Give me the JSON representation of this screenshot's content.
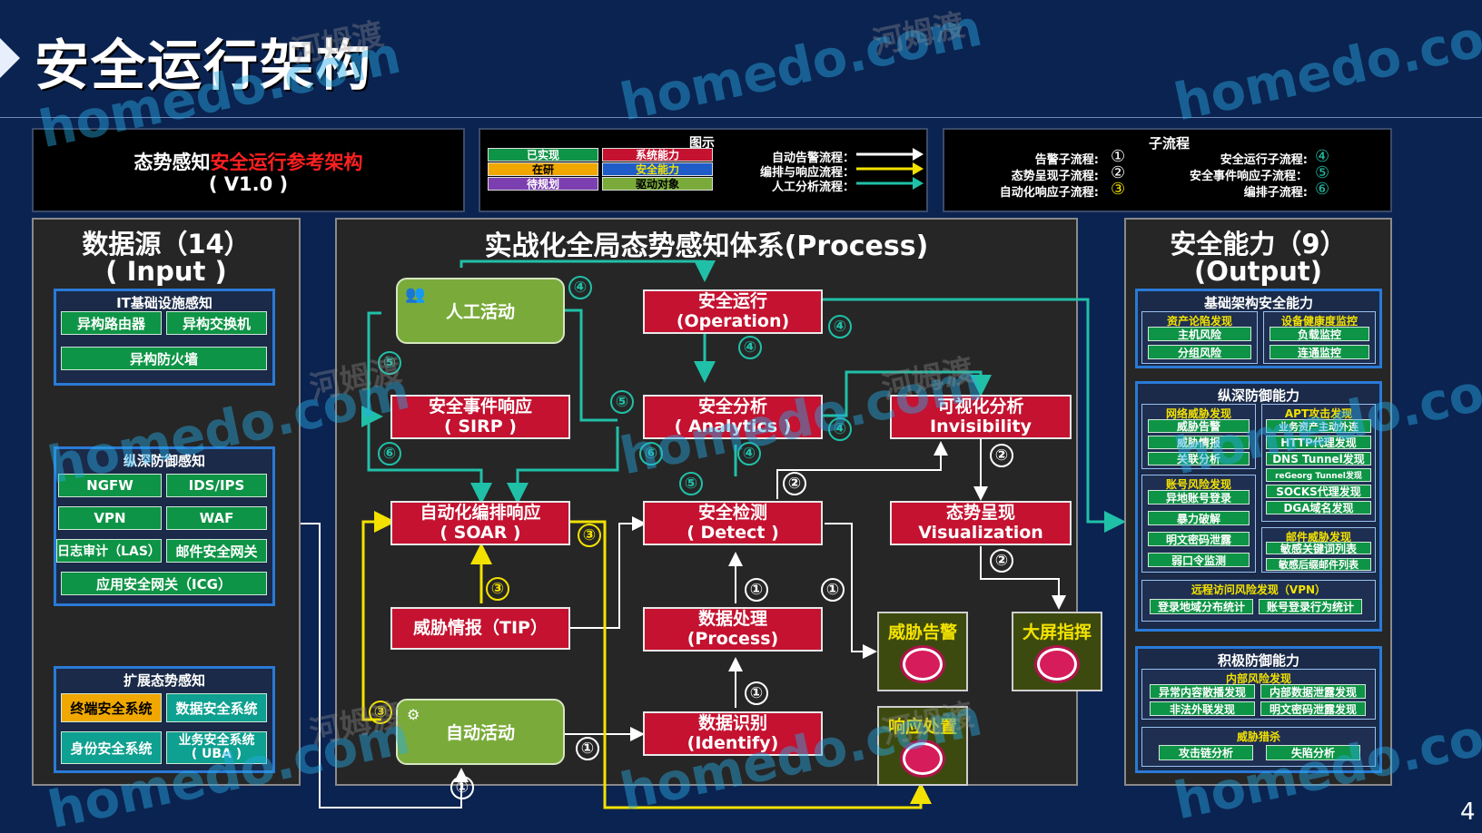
{
  "slide": {
    "title": "安全运行架构",
    "page_number": "4"
  },
  "header_left": {
    "prefix": "态势感知",
    "highlight": "安全运行参考架构",
    "version": "( V1.0 )"
  },
  "legend": {
    "title": "图示",
    "items": [
      {
        "label": "已实现",
        "color": "#0e9446"
      },
      {
        "label": "系统能力",
        "color": "#c41230"
      },
      {
        "label": "在研",
        "color": "#f0a800"
      },
      {
        "label": "安全能力",
        "color": "#1f5cc8"
      },
      {
        "label": "待规划",
        "color": "#7b3fb0"
      },
      {
        "label": "驱动对象",
        "color": "#7aab3a"
      }
    ],
    "flows": [
      {
        "label": "自动告警流程：",
        "color": "#ffffff"
      },
      {
        "label": "编排与响应流程：",
        "color": "#f3e200"
      },
      {
        "label": "人工分析流程：",
        "color": "#20c0a8"
      }
    ]
  },
  "subflows": {
    "title": "子流程",
    "left": [
      {
        "label": "告警子流程:",
        "num": "①"
      },
      {
        "label": "态势呈现子流程:",
        "num": "②"
      },
      {
        "label": "自动化响应子流程:",
        "num": "③"
      }
    ],
    "right": [
      {
        "label": "安全运行子流程:",
        "num": "④"
      },
      {
        "label": "安全事件响应子流程：",
        "num": "⑤"
      },
      {
        "label": "编排子流程:",
        "num": "⑥"
      }
    ]
  },
  "input": {
    "title1": "数据源（14）",
    "title2": "( Input )",
    "it": {
      "title": "IT基础设施感知",
      "items": [
        "异构路由器",
        "异构交换机",
        "异构防火墙"
      ]
    },
    "defense": {
      "title": "纵深防御感知",
      "items": [
        "NGFW",
        "IDS/IPS",
        "VPN",
        "WAF",
        "日志审计（LAS）",
        "邮件安全网关",
        "应用安全网关（ICG）"
      ]
    },
    "extended": {
      "title": "扩展态势感知",
      "items": [
        "终端安全系统",
        "数据安全系统",
        "身份安全系统",
        "业务安全系统",
        "( UBA )"
      ]
    }
  },
  "process": {
    "title": "实战化全局态势感知体系(Process)",
    "human": "人工活动",
    "auto": "自动活动",
    "operation": [
      "安全运行",
      "(Operation)"
    ],
    "sirp": [
      "安全事件响应",
      "( SIRP )"
    ],
    "analytics": [
      "安全分析",
      "( Analytics )"
    ],
    "invisibility": [
      "可视化分析",
      "Invisibility"
    ],
    "soar": [
      "自动化编排响应",
      "( SOAR )"
    ],
    "detect": [
      "安全检测",
      "( Detect )"
    ],
    "visualization": [
      "态势呈现",
      "Visualization"
    ],
    "tip": "威胁情报（TIP）",
    "dproc": [
      "数据处理",
      "(Process)"
    ],
    "identify": [
      "数据识别",
      "(Identify)"
    ],
    "threat_alert": "威胁告警",
    "big_screen": "大屏指挥",
    "response": "响应处置",
    "nums": {
      "n1": "①",
      "n2": "②",
      "n3": "③",
      "n4": "④",
      "n5": "⑤",
      "n6": "⑥"
    }
  },
  "output": {
    "title1": "安全能力（9）",
    "title2": "(Output)",
    "infra": {
      "title": "基础架构安全能力",
      "groups": [
        {
          "title": "资产论陷发现",
          "items": [
            "主机风险",
            "分组风险"
          ]
        },
        {
          "title": "设备健康度监控",
          "items": [
            "负载监控",
            "连通监控"
          ]
        }
      ]
    },
    "deep": {
      "title": "纵深防御能力",
      "network": {
        "title": "网络威胁发现",
        "items": [
          "威胁告警",
          "威胁情报",
          "关联分析"
        ]
      },
      "apt": {
        "title": "APT攻击发现",
        "items": [
          "业务资产主动外连",
          "HTTP代理发现",
          "DNS Tunnel发现",
          "reGeorg Tunnel发现",
          "SOCKS代理发现",
          "DGA域名发现"
        ]
      },
      "account": {
        "title": "账号风险发现",
        "items": [
          "异地账号登录",
          "暴力破解",
          "明文密码泄露",
          "弱口令监测"
        ]
      },
      "mail": {
        "title": "邮件威胁发现",
        "items": [
          "敏感关键词列表",
          "敏感后缀邮件列表"
        ]
      },
      "vpn": {
        "title": "远程访问风险发现（VPN）",
        "items": [
          "登录地域分布统计",
          "账号登录行为统计"
        ]
      }
    },
    "active": {
      "title": "积极防御能力",
      "internal": {
        "title": "内部风险发现",
        "items": [
          "异常内容散播发现",
          "内部数据泄露发现",
          "非法外联发现",
          "明文密码泄露发现"
        ]
      },
      "hunt": {
        "title": "威胁猎杀",
        "items": [
          "攻击链分析",
          "失陷分析"
        ]
      }
    }
  },
  "watermark": {
    "text": "homedo.com",
    "cn": "河姆渡"
  }
}
